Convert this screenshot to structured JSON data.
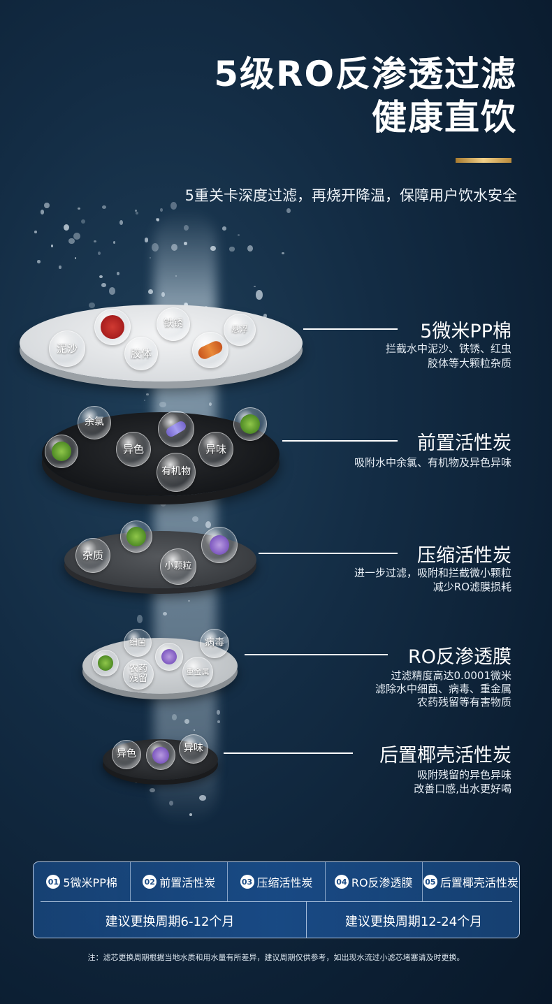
{
  "header": {
    "title_line1": "5级RO反渗透过滤",
    "title_line2": "健康直饮",
    "subtitle": "5重关卡深度过滤，再烧开降温，保障用户饮水安全"
  },
  "stages": [
    {
      "title": "5微米PP棉",
      "desc": [
        "拦截水中泥沙、铁锈、红虫",
        "胶体等大颗粒杂质"
      ],
      "bubbles": [
        "泥沙",
        "铁锈",
        "胶体",
        "悬浮"
      ]
    },
    {
      "title": "前置活性炭",
      "desc": [
        "吸附水中余氯、有机物及异色异味"
      ],
      "bubbles": [
        "余氯",
        "异色",
        "异味",
        "有机物"
      ]
    },
    {
      "title": "压缩活性炭",
      "desc": [
        "进一步过滤，吸附和拦截微小颗粒",
        "减少RO滤膜损耗"
      ],
      "bubbles": [
        "杂质",
        "小颗粒"
      ]
    },
    {
      "title": "RO反渗透膜",
      "desc": [
        "过滤精度高达0.0001微米",
        "滤除水中细菌、病毒、重金属",
        "农药残留等有害物质"
      ],
      "bubbles": [
        "细菌",
        "病毒",
        "农药\n残留",
        "重金属"
      ]
    },
    {
      "title": "后置椰壳活性炭",
      "desc": [
        "吸附残留的异色异味",
        "改善口感,出水更好喝"
      ],
      "bubbles": [
        "异色",
        "异味"
      ]
    }
  ],
  "table": {
    "items": [
      {
        "num": "01",
        "label": "5微米PP棉"
      },
      {
        "num": "02",
        "label": "前置活性炭"
      },
      {
        "num": "03",
        "label": "压缩活性炭"
      },
      {
        "num": "04",
        "label": "RO反渗透膜"
      },
      {
        "num": "05",
        "label": "后置椰壳活性炭"
      }
    ],
    "period_a": "建议更换周期6-12个月",
    "period_b": "建议更换周期12-24个月"
  },
  "note": "注：滤芯更换周期根据当地水质和用水量有所差异，建议周期仅供参考，如出现水流过小滤芯堵塞请及时更换。",
  "colors": {
    "gold": "#e0b96a",
    "table_bg": "#1c4e8c"
  }
}
